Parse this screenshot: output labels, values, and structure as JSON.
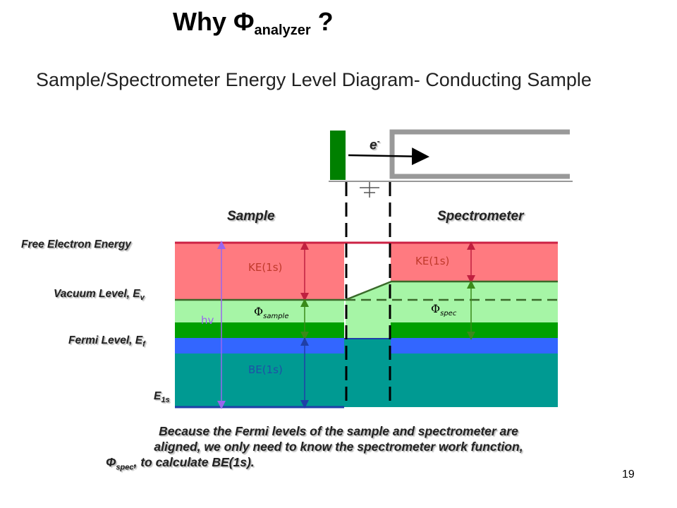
{
  "title": {
    "main": "Why Φ",
    "subscript": "analyzer",
    "suffix": " ?"
  },
  "subtitle": "Sample/Spectrometer Energy Level Diagram- Conducting Sample",
  "electron_label": "e",
  "electron_superscript": "-",
  "region_labels": {
    "sample": "Sample",
    "spectrometer": "Spectrometer"
  },
  "level_labels": {
    "free_electron": "Free Electron Energy",
    "vacuum": "Vacuum Level, E",
    "vacuum_sub": "v",
    "fermi": "Fermi Level, E",
    "fermi_sub": "f",
    "core": "E",
    "core_sub": "1s"
  },
  "quantities": {
    "ke_sample": "KE(1s)",
    "ke_spec": "KE(1s)",
    "be": "BE(1s)",
    "hv": "hv",
    "phi_symbol": "Φ",
    "phi_sample_sub": "sample",
    "phi_spec_sub": "spec"
  },
  "caption": {
    "line1": "Because the Fermi levels of the sample and spectrometer are",
    "line2": "aligned, we only need to know the spectrometer work function,",
    "line3_symbol": "Φ",
    "line3_sub": "spec",
    "line3_rest": ", to calculate BE(1s)."
  },
  "page_number": "19",
  "colors": {
    "ke_band": "#ff7a80",
    "work_function_band": "#a6f5a6",
    "fermi_green": "#00a000",
    "fermi_blue": "#3366ff",
    "core_band": "#009a92",
    "vacuum_line": "#3a6a2a",
    "free_line": "#cc2244",
    "arrow_red": "#c02040",
    "arrow_green": "#3a8a1a",
    "arrow_blue": "#1f3fa8",
    "hv_arrow": "#9966ee",
    "sample_plate": "#008000",
    "spectrometer_wall": "#999999"
  }
}
